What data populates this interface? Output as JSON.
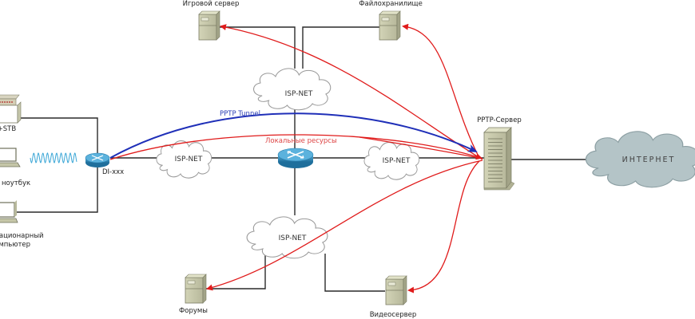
{
  "diagram": {
    "title": "PPTP network topology",
    "colors": {
      "wire": "#2a2a2a",
      "tunnel": "#1f2fb8",
      "local": "#e01b1b",
      "cloud_fill": "#ffffff",
      "cloud_stroke": "#9a9a9a",
      "internet_fill": "#b4c4c7",
      "server_body": "#c5c6a8",
      "router": "#2f8fc0"
    },
    "clients": [
      {
        "id": "iptv",
        "label": "IPTV+STB",
        "icon": "set-top-box-icon"
      },
      {
        "id": "laptop",
        "label": "ноутбук",
        "icon": "laptop-icon"
      },
      {
        "id": "desktop",
        "label_line1": "Стационарный",
        "label_line2": "компьютер",
        "icon": "desktop-icon"
      }
    ],
    "home_router": {
      "label": "DI-xxx",
      "icon": "router-icon"
    },
    "core_router": {
      "icon": "router-icon"
    },
    "clouds": [
      {
        "id": "isp-top",
        "label": "ISP-NET"
      },
      {
        "id": "isp-left",
        "label": "ISP-NET"
      },
      {
        "id": "isp-right",
        "label": "ISP-NET"
      },
      {
        "id": "isp-bottom",
        "label": "ISP-NET"
      }
    ],
    "internet": {
      "label": "ИНТЕРНЕТ"
    },
    "servers": [
      {
        "id": "game",
        "label": "Игровой сервер"
      },
      {
        "id": "files",
        "label": "Файлохранилище"
      },
      {
        "id": "forums",
        "label": "Форумы"
      },
      {
        "id": "video",
        "label": "Видеосервер"
      }
    ],
    "pptp_server": {
      "label": "PPTP-Сервер"
    },
    "links": {
      "tunnel_label": "PPTP Tunnel",
      "local_label": "Локальные ресурсы"
    }
  }
}
